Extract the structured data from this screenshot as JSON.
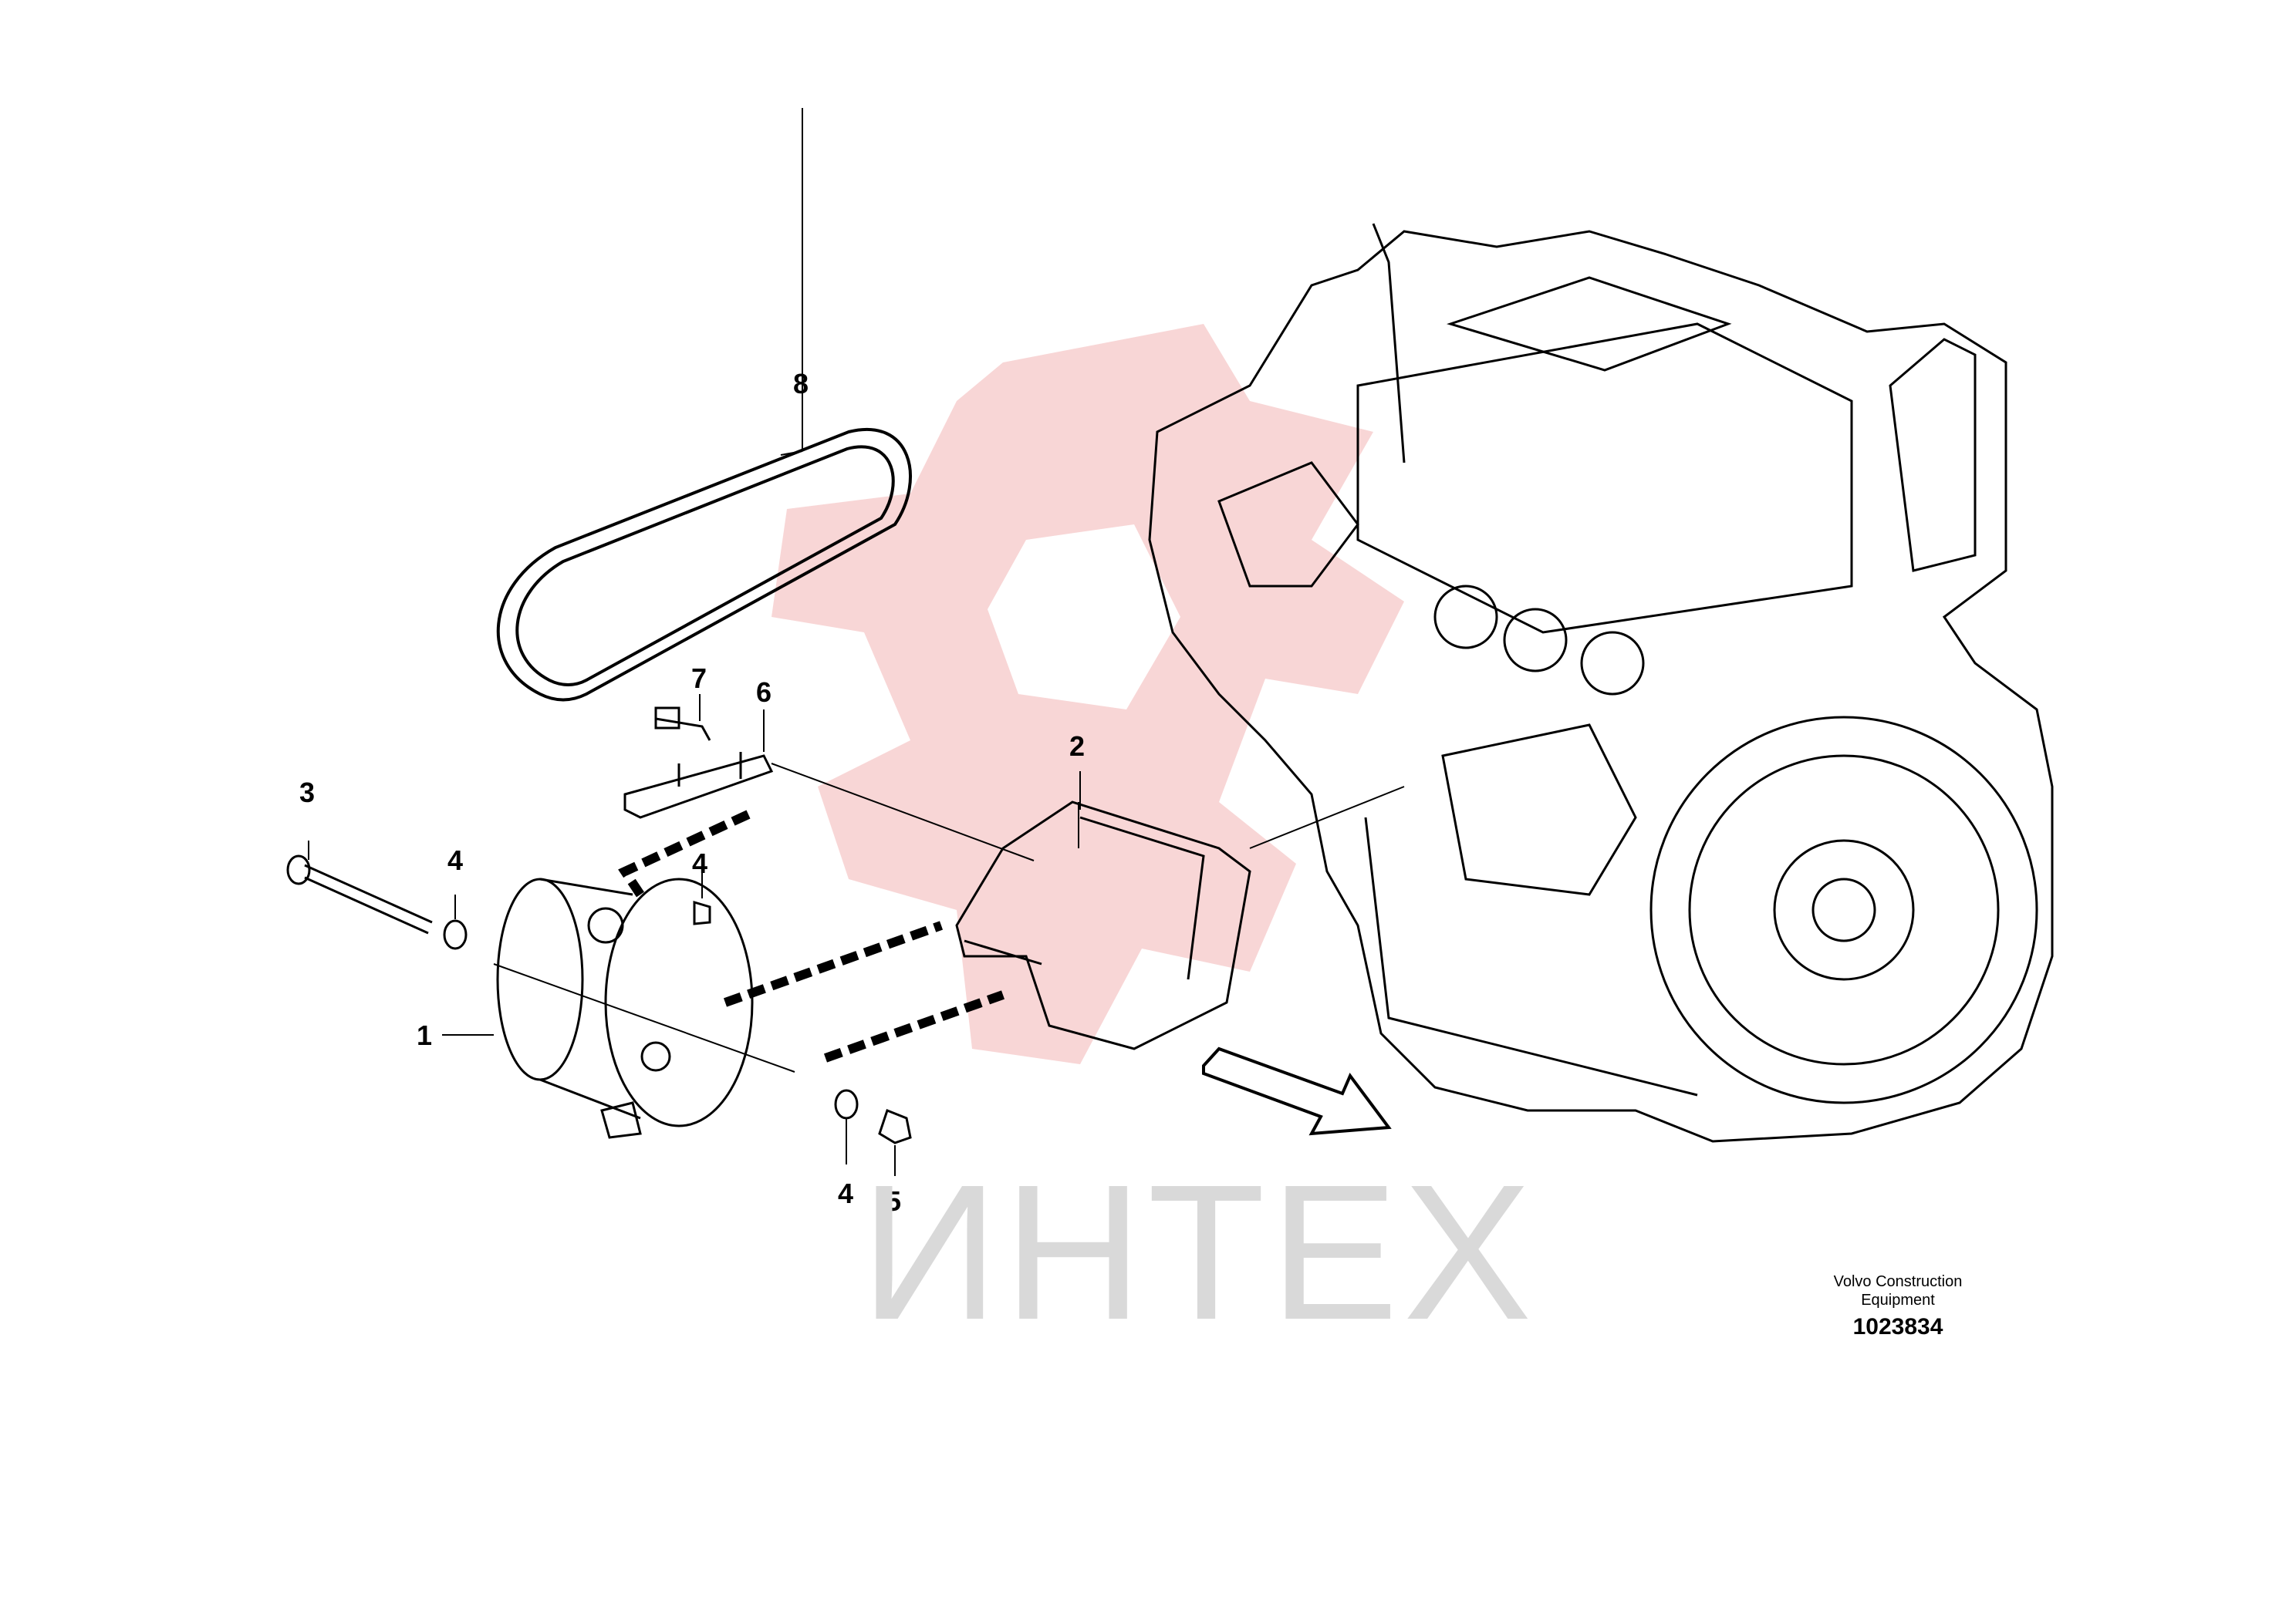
{
  "diagram": {
    "callouts": [
      "1",
      "2",
      "3",
      "4",
      "4",
      "4",
      "5",
      "6",
      "7",
      "8"
    ]
  },
  "caption": {
    "line1": "Volvo Construction",
    "line2": "Equipment",
    "number": "1023834"
  },
  "watermark": {
    "text": "ИНТЕХ",
    "color": "#f2b6b6",
    "text_color": "#d9d9d9"
  }
}
